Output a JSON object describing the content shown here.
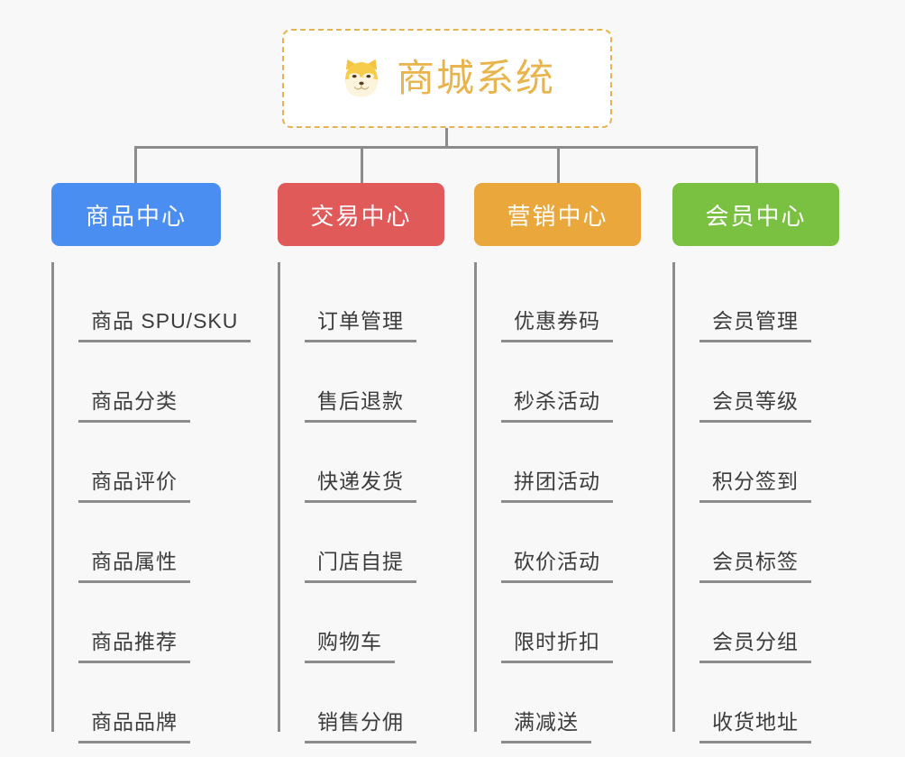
{
  "canvas": {
    "background": "#f8f8f8",
    "connector_color": "#8c8c8c"
  },
  "root": {
    "title": "商城系统",
    "icon": "shiba-inu-dog-face-emoji",
    "text_color": "#e9b44c",
    "border_color": "#e8b251",
    "fill_color": "#ffffff",
    "border_style": "dashed"
  },
  "columns": [
    {
      "title": "商品中心",
      "color": "#4a8ef1",
      "items": [
        "商品 SPU/SKU",
        "商品分类",
        "商品评价",
        "商品属性",
        "商品推荐",
        "商品品牌"
      ]
    },
    {
      "title": "交易中心",
      "color": "#e05a5a",
      "items": [
        "订单管理",
        "售后退款",
        "快递发货",
        "门店自提",
        "购物车",
        "销售分佣"
      ]
    },
    {
      "title": "营销中心",
      "color": "#eaa73c",
      "items": [
        "优惠券码",
        "秒杀活动",
        "拼团活动",
        "砍价活动",
        "限时折扣",
        "满减送"
      ]
    },
    {
      "title": "会员中心",
      "color": "#79c council",
      "items": [
        "会员管理",
        "会员等级",
        "积分签到",
        "会员标签",
        "会员分组",
        "收货地址"
      ]
    }
  ]
}
